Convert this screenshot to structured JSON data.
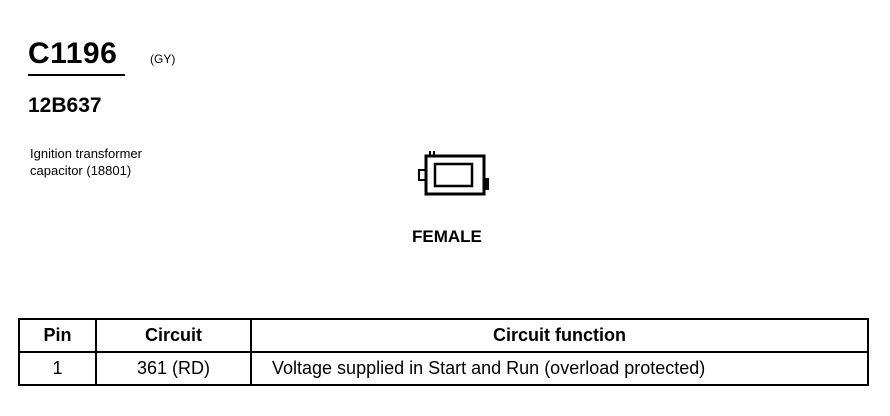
{
  "connector": {
    "id": "C1196",
    "color": "(GY)",
    "part_number": "12B637",
    "description": [
      "Ignition transformer",
      "capacitor (18801)"
    ],
    "gender": "FEMALE",
    "icon": "connector-face-icon"
  },
  "pin_table": {
    "headers": [
      "Pin",
      "Circuit",
      "Circuit function"
    ],
    "rows": [
      {
        "pin": "1",
        "circuit": "361 (RD)",
        "function": "Voltage supplied in Start and Run (overload protected)"
      }
    ]
  }
}
